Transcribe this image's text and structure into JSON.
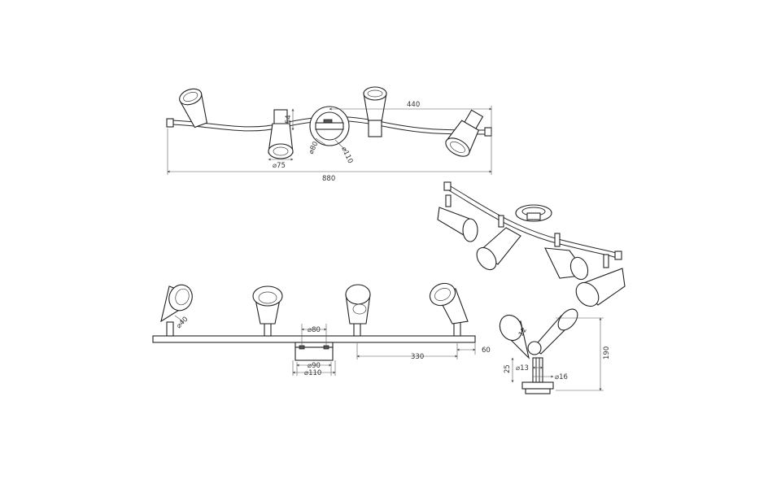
{
  "colors": {
    "line": "#2a2a2a",
    "background": "#ffffff",
    "dimension": "#555555"
  },
  "top_view": {
    "length": "880",
    "end_offset": "440",
    "shade_height": "54",
    "shade_diameter": "⌀75",
    "base_inner": "⌀80",
    "base_outer": "⌀110"
  },
  "front_view": {
    "spot_diameter": "⌀40",
    "base_top": "⌀80",
    "base_mid": "⌀90",
    "base_outer": "⌀110",
    "spacing": "330",
    "end_offset": "60"
  },
  "side_view": {
    "height": "190",
    "arm": "12",
    "stem": "25",
    "tube_small": "⌀13",
    "tube_large": "⌀16"
  }
}
